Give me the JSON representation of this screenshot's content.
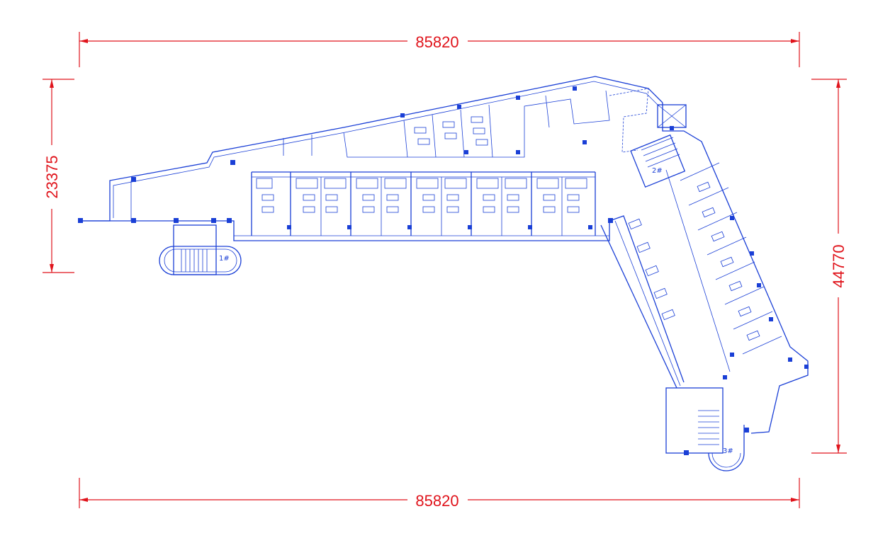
{
  "dimensions": {
    "top_width": "85820",
    "bottom_width": "85820",
    "left_height": "23375",
    "right_height": "44770"
  },
  "stair_labels": {
    "stair_1": "1#",
    "stair_2": "2#",
    "stair_3": "3#"
  },
  "colors": {
    "dimension": "#e0141c",
    "plan_lines": "#1a3fd6",
    "background": "#ffffff"
  }
}
